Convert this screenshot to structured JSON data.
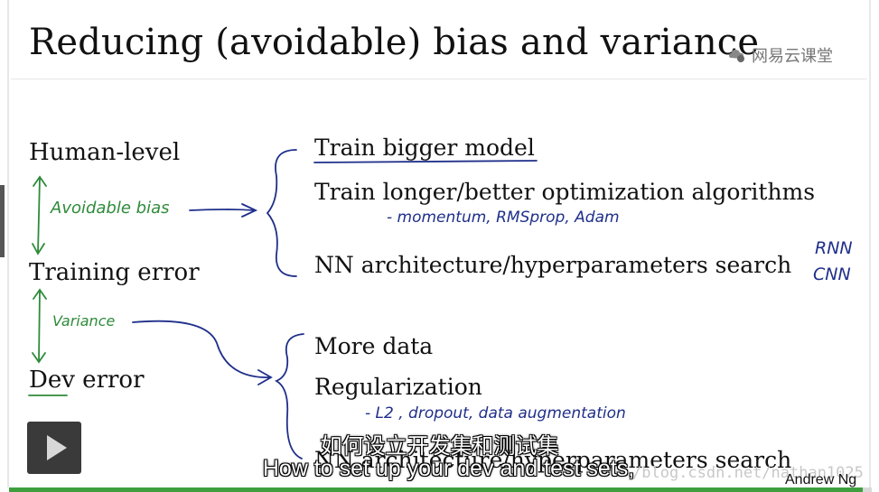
{
  "slide": {
    "title": "Reducing (avoidable) bias and variance",
    "left_labels": {
      "human_level": "Human-level",
      "training_error": "Training error",
      "dev_error": "Dev error"
    },
    "annotations": {
      "avoidable_bias": "Avoidable bias",
      "variance": "Variance"
    },
    "bias_remedies": [
      "Train bigger model",
      "Train longer/better optimization algorithms",
      "NN architecture/hyperparameters search"
    ],
    "bias_notes": {
      "optimizers": "- momentum, RMSprop, Adam",
      "rnn": "RNN",
      "cnn": "CNN"
    },
    "variance_remedies": [
      "More data",
      "Regularization",
      "NN architecture/hyperparameters search"
    ],
    "variance_notes": {
      "regularization": "- L2 , dropout, data augmentation"
    },
    "credit": "Andrew Ng"
  },
  "player": {
    "watermark": "网易云课堂",
    "subtitle_zh": "如何设立开发集和测试集",
    "subtitle_en": "How to set up your dev and test sets,",
    "url_watermark": "/blog.csdn.net/nathan1025",
    "progress": 0.99,
    "play_icon": "play-icon"
  },
  "colors": {
    "ink_green": "#2e8b3a",
    "ink_blue": "#1f2f8a",
    "progress": "#3f9f3f"
  }
}
